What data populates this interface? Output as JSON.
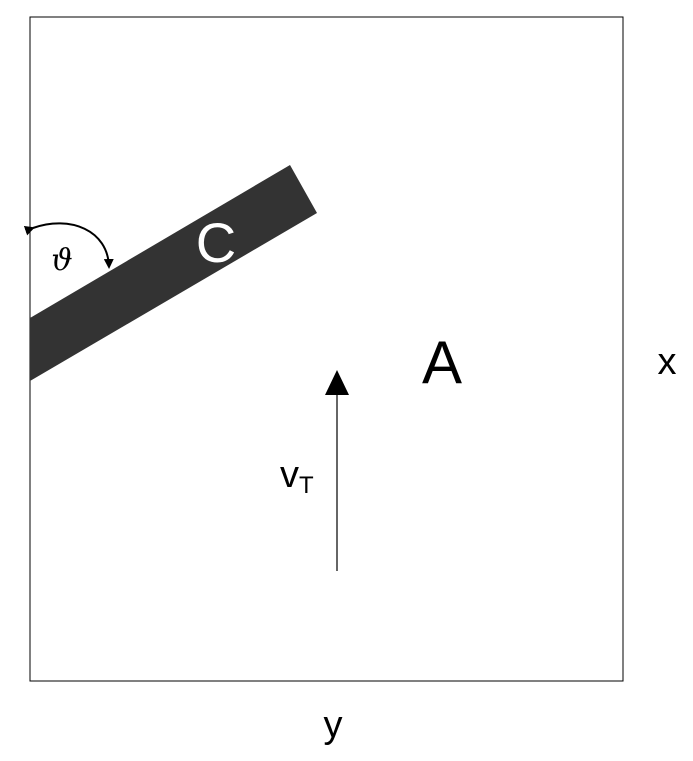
{
  "diagram": {
    "bar_label": "C",
    "region_label": "A",
    "angle_label": "ϑ",
    "velocity_label": "v",
    "velocity_subscript": "T",
    "x_axis_label": "x",
    "y_axis_label": "y"
  },
  "colors": {
    "bar_fill": "#333333",
    "bar_text": "#ffffff",
    "stroke": "#000000",
    "background": "#ffffff"
  }
}
